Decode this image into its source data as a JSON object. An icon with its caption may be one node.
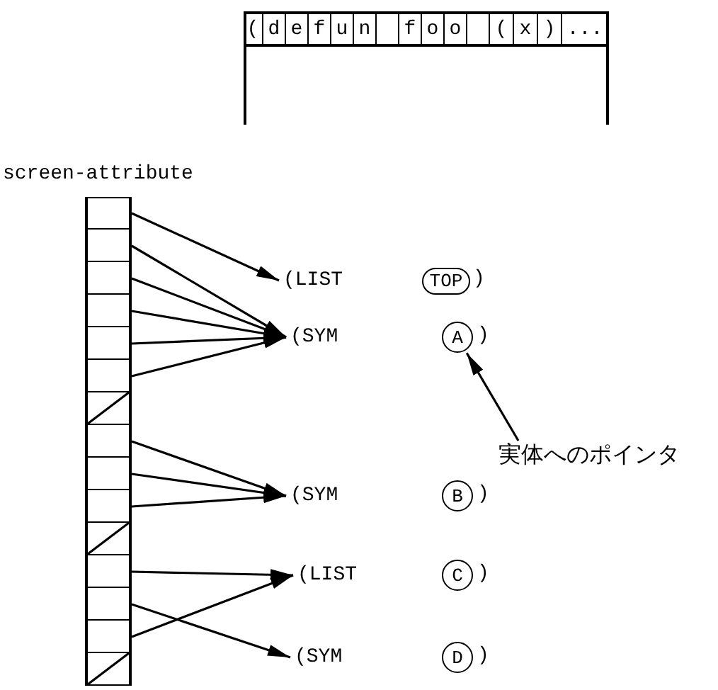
{
  "diagram": {
    "nodes": [
      {
        "text": [],
        "shape": "box"
      },
      {
        "text": [],
        "shape": "box"
      },
      {
        "text": [],
        "shape": "box"
      },
      {
        "text": [],
        "shape": "box"
      },
      {
        "text": [],
        "shape": "box"
      },
      {
        "text": [],
        "shape": "box"
      },
      {
        "text": [],
        "shape": "slashbox"
      },
      {
        "text": [],
        "shape": "box"
      },
      {
        "text": [],
        "shape": "box"
      },
      {
        "text": [],
        "shape": "box"
      },
      {
        "text": [],
        "shape": "slashbox"
      },
      {
        "text": [],
        "shape": "box"
      },
      {
        "text": [],
        "shape": "box"
      },
      {
        "text": [],
        "shape": "box"
      },
      {
        "text": [],
        "shape": "slashbox"
      },
      {
        "text": [
          "(LIST"
        ]
      },
      {
        "text": [
          "TOP"
        ]
      },
      {
        "text": [
          "(SYM"
        ]
      },
      {
        "text": [
          "A"
        ]
      },
      {
        "text": [
          "実体へのポインタ"
        ]
      },
      {
        "text": [
          "(SYM"
        ]
      },
      {
        "text": [
          "B"
        ]
      },
      {
        "text": [
          "(LIST"
        ]
      },
      {
        "text": [
          "C"
        ]
      },
      {
        "text": [
          "(SYM"
        ]
      },
      {
        "text": [
          "D"
        ]
      }
    ],
    "edges": [
      {
        "from": 0,
        "to": 15,
        "arrow": "to"
      },
      {
        "from": 1,
        "to": 17,
        "arrow": "to"
      },
      {
        "from": 2,
        "to": 17,
        "arrow": "to"
      },
      {
        "from": 3,
        "to": 17,
        "arrow": "to"
      },
      {
        "from": 4,
        "to": 17,
        "arrow": "to"
      },
      {
        "from": 5,
        "to": 17,
        "arrow": "to"
      },
      {
        "from": 7,
        "to": 20,
        "arrow": "to"
      },
      {
        "from": 8,
        "to": 20,
        "arrow": "to"
      },
      {
        "from": 9,
        "to": 20,
        "arrow": "to"
      },
      {
        "from": 11,
        "to": 22,
        "arrow": "to"
      },
      {
        "from": 12,
        "to": 24,
        "arrow": "to"
      },
      {
        "from": 13,
        "to": 22,
        "arrow": "to"
      },
      {
        "from": 19,
        "to": 18,
        "arrow": "to"
      }
    ],
    "labels": [
      "(",
      "d",
      "e",
      "f",
      "u",
      "n",
      "f",
      "o",
      "o",
      "(",
      "x",
      ")",
      "...",
      "screen-attribute",
      ")",
      ")",
      ")",
      ")",
      ")"
    ]
  }
}
